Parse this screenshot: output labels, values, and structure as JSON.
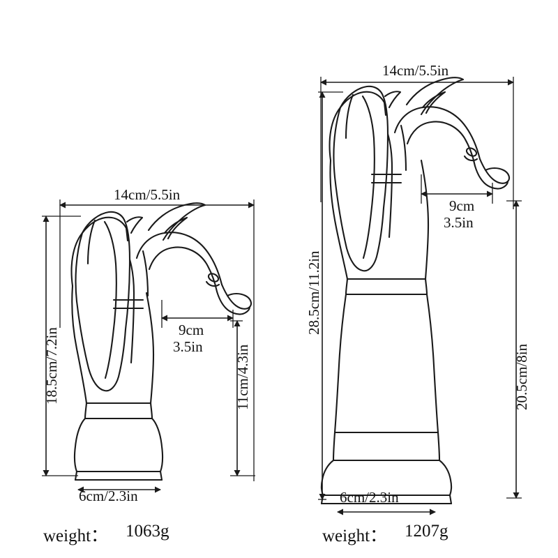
{
  "diagram": {
    "title": "faucet-dimension-comparison",
    "stroke_color": "#1a1a1a",
    "background": "#ffffff",
    "left_product": {
      "width_label": "14cm/5.5in",
      "height_label": "18.5cm/7.2in",
      "spout_label_line1": "9cm",
      "spout_label_line2": "3.5in",
      "spout_height_label": "11cm/4.3in",
      "base_label": "6cm/2.3in",
      "weight_prefix": "weight：",
      "weight_value": "1063g"
    },
    "right_product": {
      "width_label": "14cm/5.5in",
      "height_label": "28.5cm/11.2in",
      "spout_label_line1": "9cm",
      "spout_label_line2": "3.5in",
      "spout_height_label": "20.5cm/8in",
      "base_label": "6cm/2.3in",
      "weight_prefix": "weight：",
      "weight_value": "1207g"
    }
  }
}
